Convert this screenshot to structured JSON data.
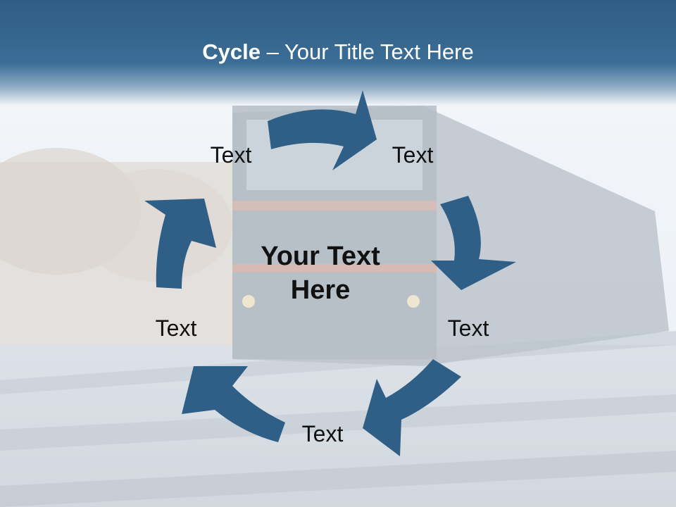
{
  "title": {
    "bold": "Cycle",
    "rest": " – Your Title Text Here"
  },
  "center": {
    "line1": "Your Text",
    "line2": "Here"
  },
  "labels": [
    "Text",
    "Text",
    "Text",
    "Text",
    "Text"
  ],
  "colors": {
    "title_bar": "#3b6d96",
    "arrow": "#2f5f86"
  },
  "background": "train-on-railway-photo"
}
